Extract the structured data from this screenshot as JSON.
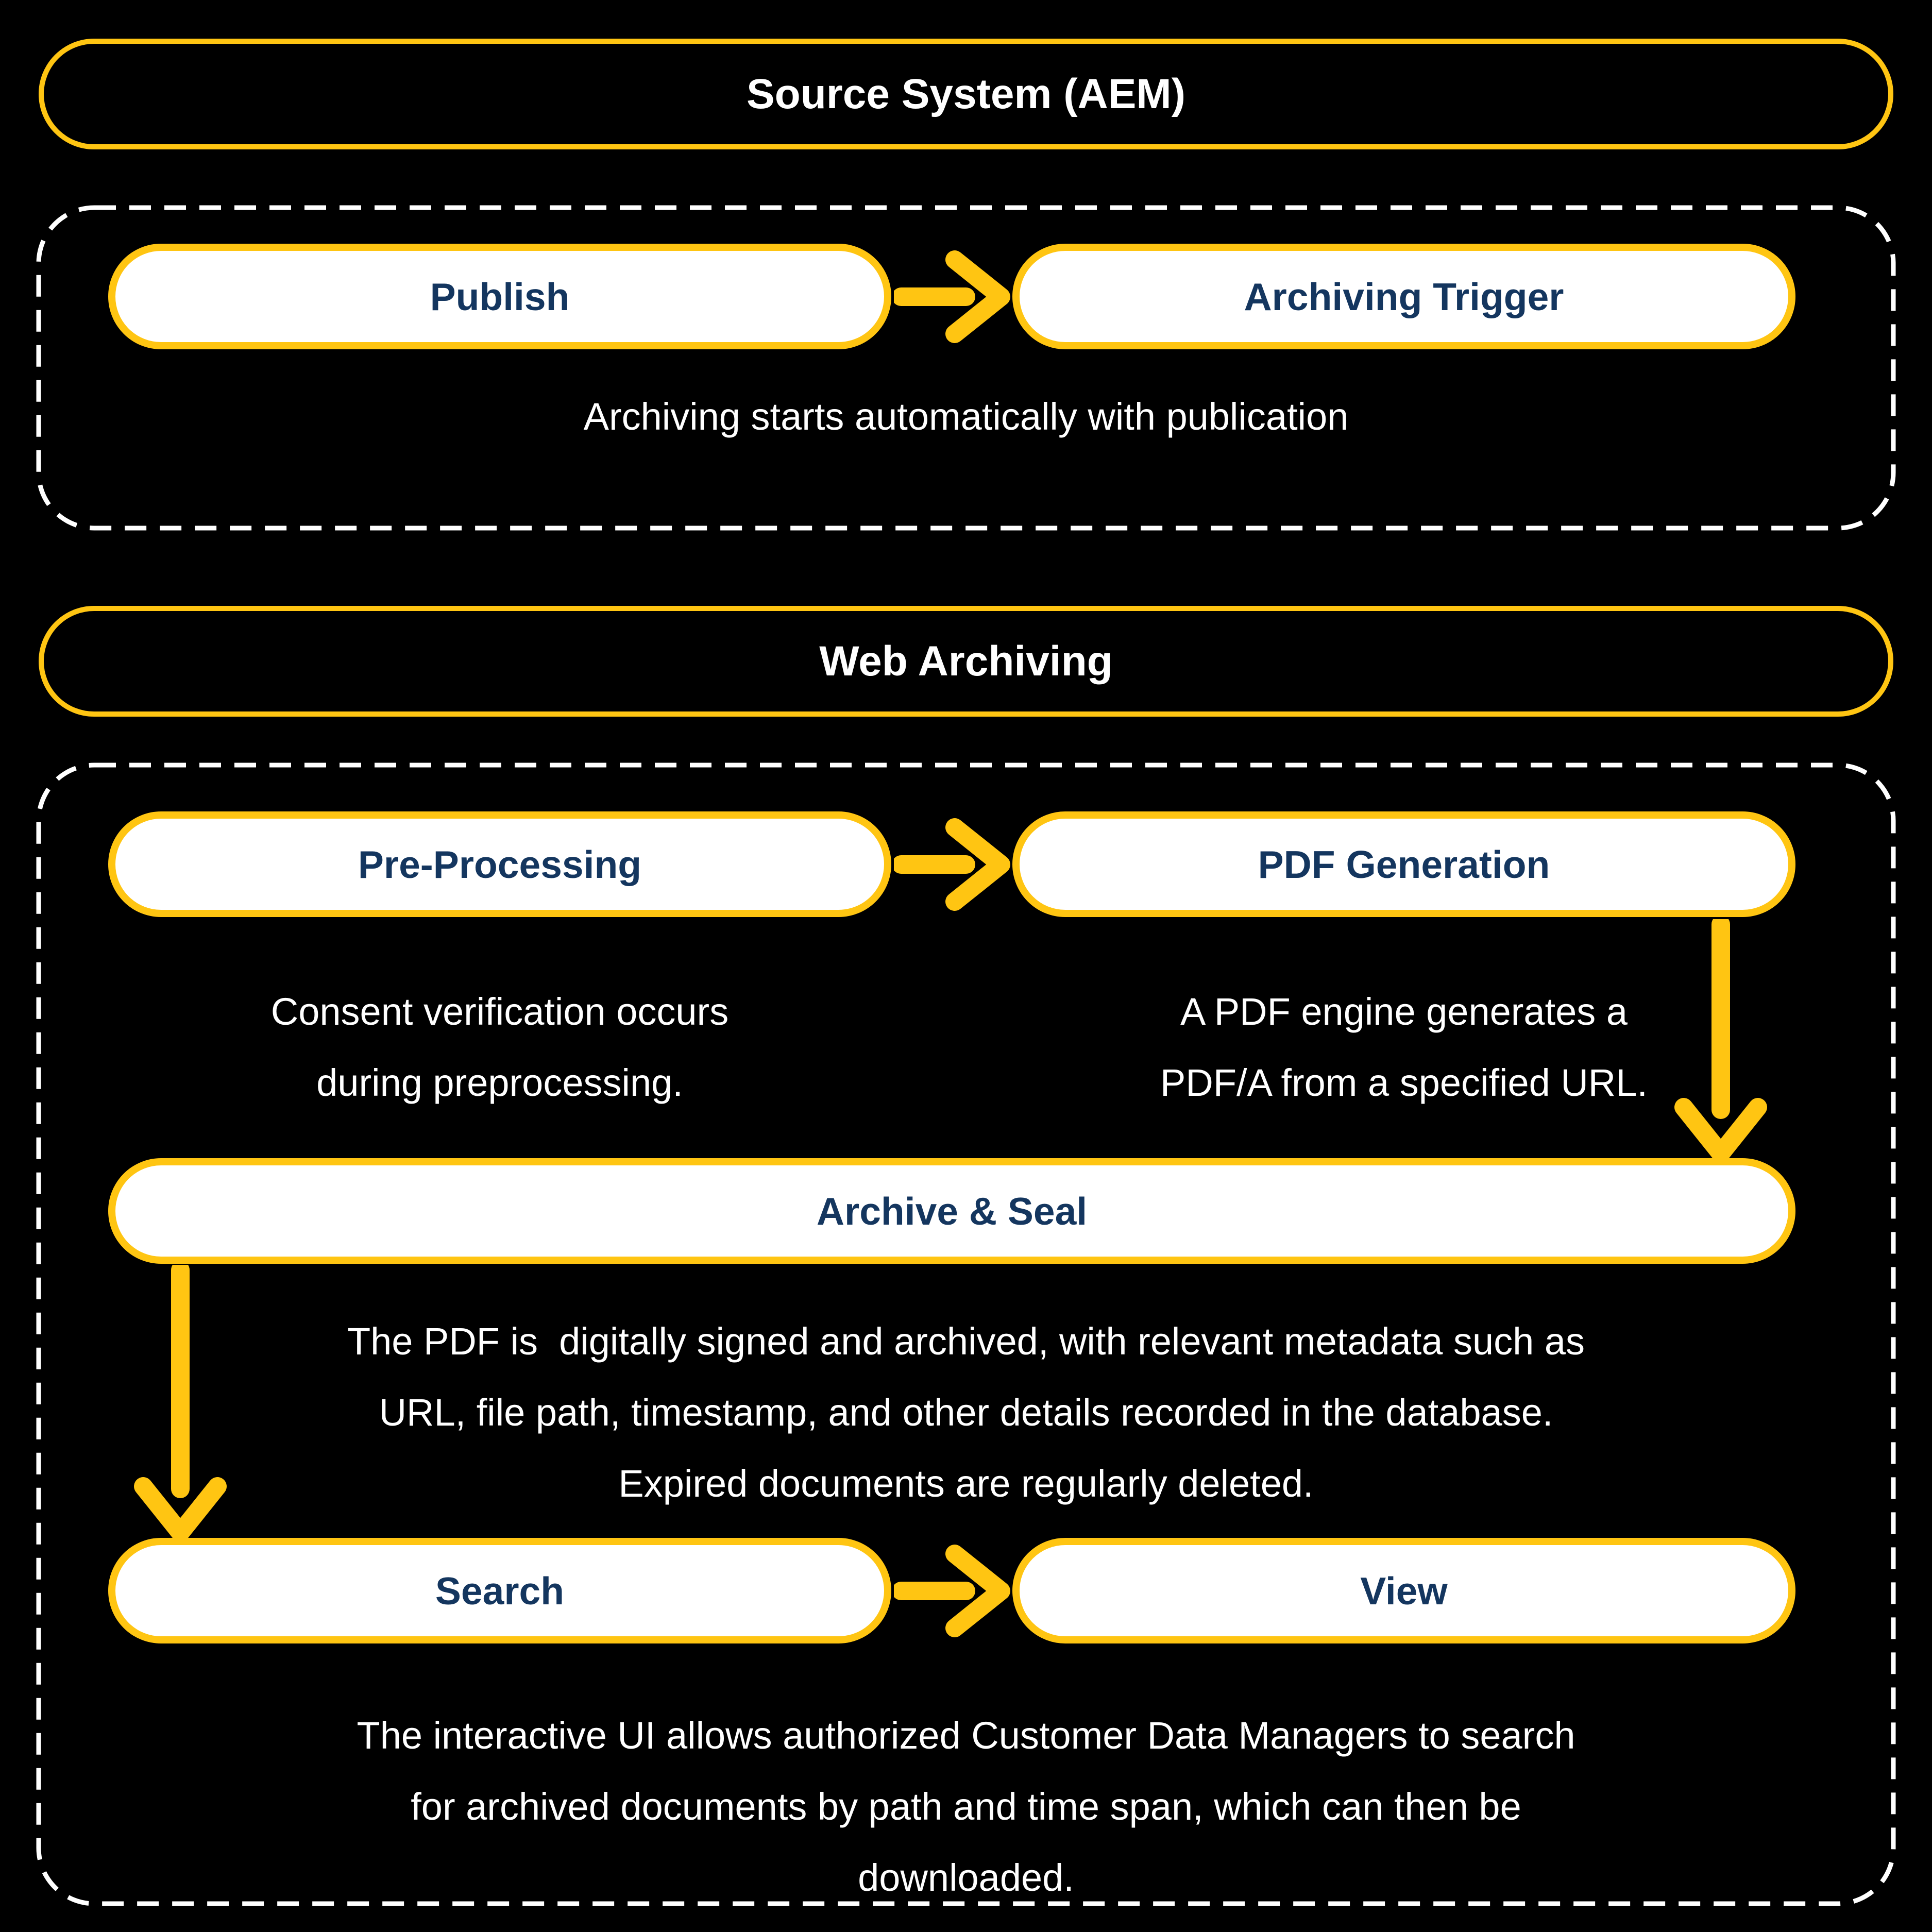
{
  "colors": {
    "accent_yellow": "#FFC512",
    "node_text_navy": "#14365F",
    "background_black": "#000000",
    "text_white": "#FFFFFF"
  },
  "icons": {
    "arrow_right_icon": "➜",
    "arrow_down_icon": "⬇"
  },
  "source_section": {
    "header": "Source System (AEM)",
    "publish_label": "Publish",
    "archiving_trigger_label": "Archiving Trigger",
    "caption": "Archiving starts automatically with publication"
  },
  "web_archiving_section": {
    "header": "Web Archiving",
    "pre_processing_label": "Pre-Processing",
    "pdf_generation_label": "PDF Generation",
    "pre_processing_note_lines": [
      "Consent verification occurs",
      "during preprocessing."
    ],
    "pdf_generation_note_lines": [
      "A PDF engine generates a",
      "PDF/A from a specified URL."
    ],
    "archive_seal_label": "Archive & Seal",
    "archive_seal_note_lines": [
      "The PDF is  digitally signed and archived, with relevant metadata such as",
      "URL, file path, timestamp, and other details recorded in the database.",
      "Expired documents are regularly deleted."
    ],
    "search_label": "Search",
    "view_label": "View",
    "search_view_note_lines": [
      "The interactive UI allows authorized Customer Data Managers to search",
      "for archived documents by path and time span, which can then be",
      "downloaded."
    ]
  }
}
